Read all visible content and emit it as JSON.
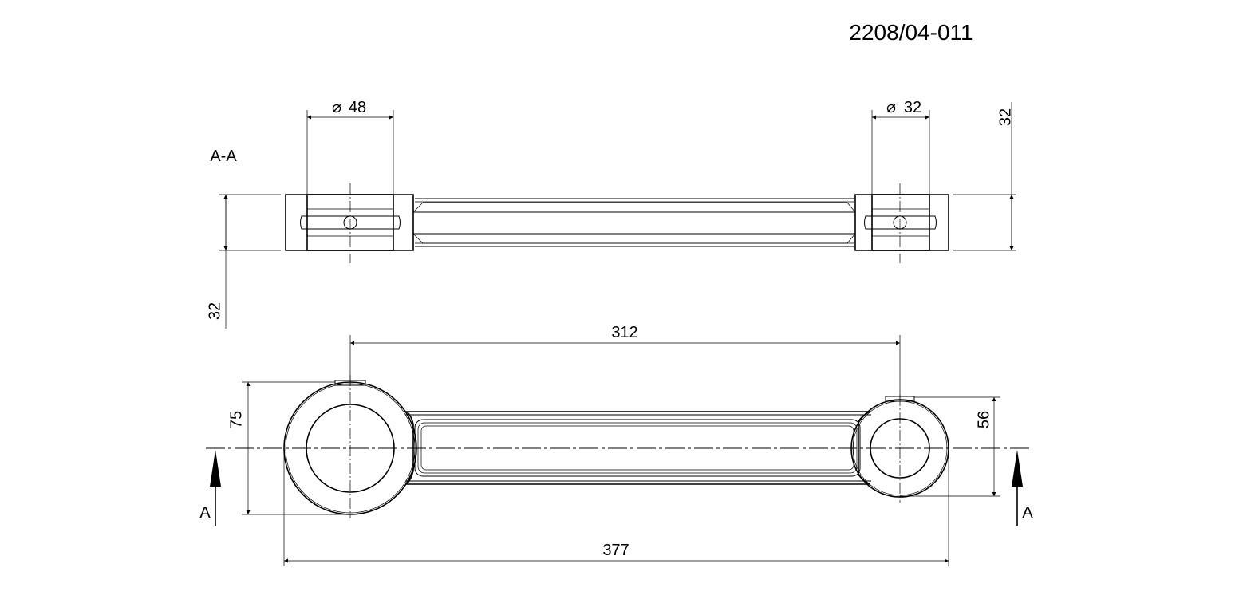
{
  "drawing_number": "2208/04-011",
  "section_label": "A-A",
  "section_arrow_left": "A",
  "section_arrow_right": "A",
  "dimensions": {
    "bore_large": "48",
    "bore_small": "32",
    "width_right": "32",
    "width_left": "32",
    "center_distance": "312",
    "overall_length": "377",
    "big_end_height": "75",
    "small_end_height": "56"
  },
  "diameter_symbol": "⌀"
}
